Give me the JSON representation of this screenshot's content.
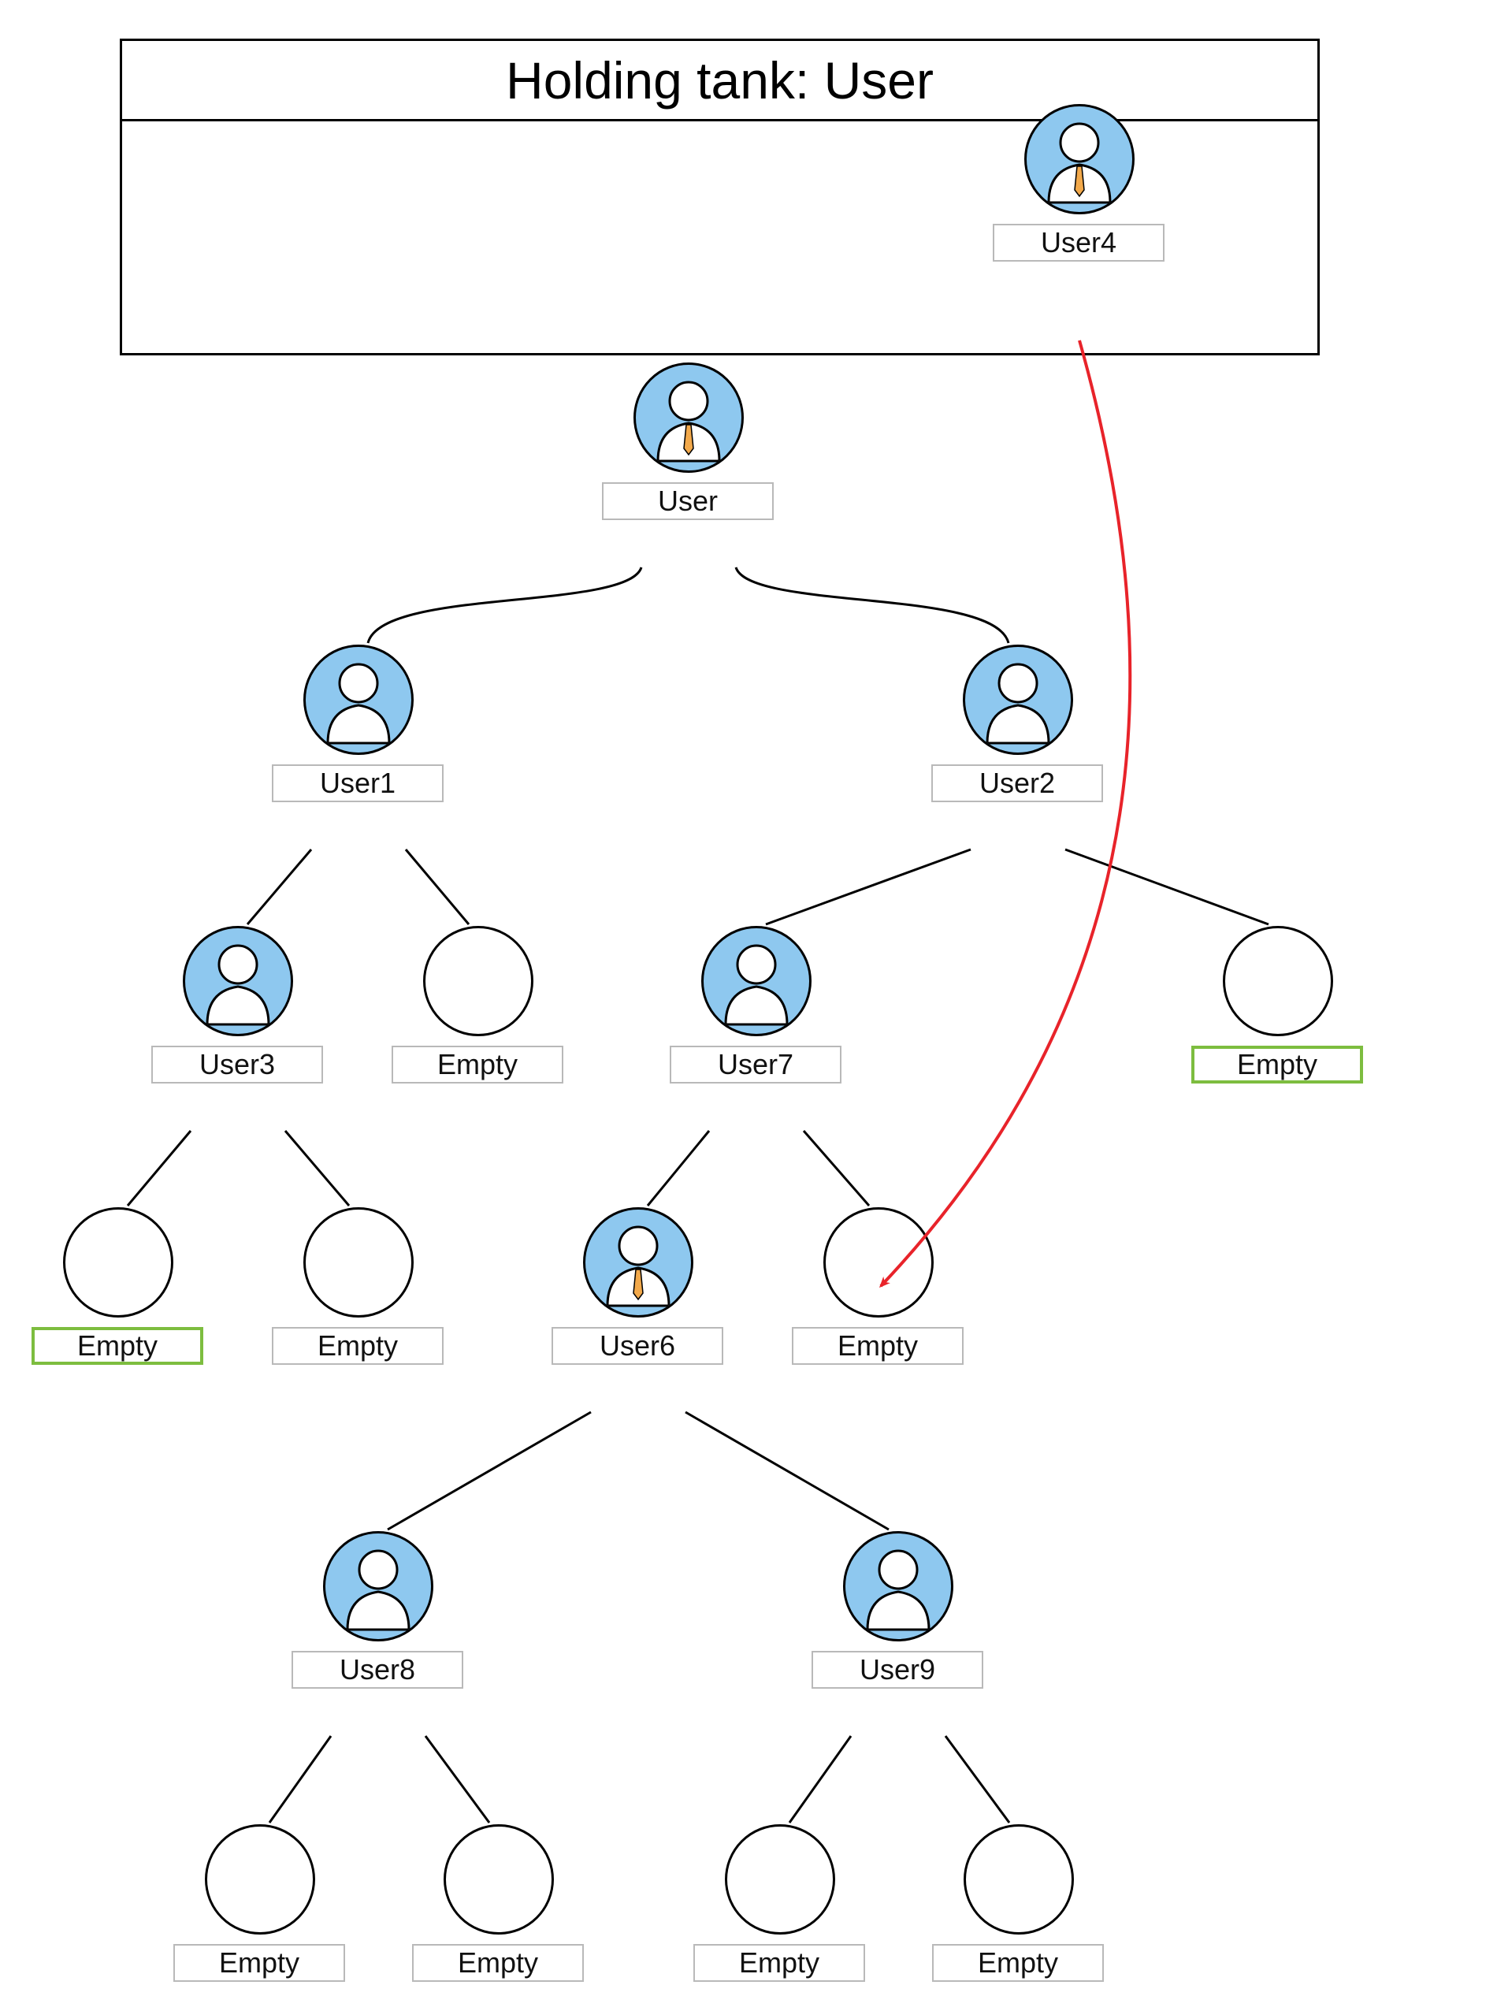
{
  "holding_tank": {
    "title": "Holding tank: User",
    "users": [
      {
        "name": "User4",
        "avatar": "manager-icon"
      }
    ]
  },
  "tree": {
    "nodes": [
      {
        "id": "root",
        "label": "User",
        "avatar": "manager-icon",
        "highlighted": false
      },
      {
        "id": "u1",
        "label": "User1",
        "avatar": "user-icon",
        "highlighted": false
      },
      {
        "id": "u2",
        "label": "User2",
        "avatar": "user-icon",
        "highlighted": false
      },
      {
        "id": "u3",
        "label": "User3",
        "avatar": "user-icon",
        "highlighted": false
      },
      {
        "id": "e1",
        "label": "Empty",
        "avatar": "empty-slot",
        "highlighted": false
      },
      {
        "id": "u7",
        "label": "User7",
        "avatar": "user-icon",
        "highlighted": false
      },
      {
        "id": "e2",
        "label": "Empty",
        "avatar": "empty-slot",
        "highlighted": true
      },
      {
        "id": "e3",
        "label": "Empty",
        "avatar": "empty-slot",
        "highlighted": true
      },
      {
        "id": "e4",
        "label": "Empty",
        "avatar": "empty-slot",
        "highlighted": false
      },
      {
        "id": "u6",
        "label": "User6",
        "avatar": "manager-icon",
        "highlighted": false
      },
      {
        "id": "e5",
        "label": "Empty",
        "avatar": "empty-slot",
        "highlighted": false
      },
      {
        "id": "u8",
        "label": "User8",
        "avatar": "user-icon",
        "highlighted": false
      },
      {
        "id": "u9",
        "label": "User9",
        "avatar": "user-icon",
        "highlighted": false
      },
      {
        "id": "e6",
        "label": "Empty",
        "avatar": "empty-slot",
        "highlighted": false
      },
      {
        "id": "e7",
        "label": "Empty",
        "avatar": "empty-slot",
        "highlighted": false
      },
      {
        "id": "e8",
        "label": "Empty",
        "avatar": "empty-slot",
        "highlighted": false
      },
      {
        "id": "e9",
        "label": "Empty",
        "avatar": "empty-slot",
        "highlighted": false
      }
    ],
    "edges": [
      [
        "root",
        "u1"
      ],
      [
        "root",
        "u2"
      ],
      [
        "u1",
        "u3"
      ],
      [
        "u1",
        "e1"
      ],
      [
        "u2",
        "u7"
      ],
      [
        "u2",
        "e2"
      ],
      [
        "u3",
        "e3"
      ],
      [
        "u3",
        "e4"
      ],
      [
        "u7",
        "u6"
      ],
      [
        "u7",
        "e5"
      ],
      [
        "u6",
        "u8"
      ],
      [
        "u6",
        "u9"
      ],
      [
        "u8",
        "e6"
      ],
      [
        "u8",
        "e7"
      ],
      [
        "u9",
        "e8"
      ],
      [
        "u9",
        "e9"
      ]
    ]
  },
  "move_arrow": {
    "from": "User4",
    "to_node": "e5",
    "color": "#e8232a"
  },
  "colors": {
    "avatar_fill": "#8ec8ef",
    "tie": "#f2a94b",
    "highlight_border": "#7dbd3f",
    "label_border": "#b9b9b9"
  }
}
